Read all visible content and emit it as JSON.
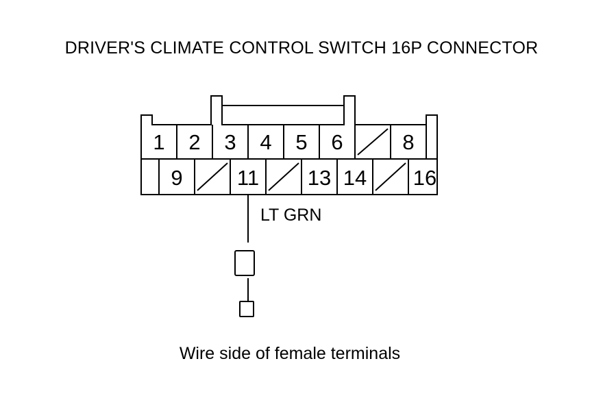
{
  "title": "DRIVER'S CLIMATE CONTROL SWITCH 16P CONNECTOR",
  "caption": "Wire side of female terminals",
  "wire": {
    "label": "LT GRN",
    "terminal": "11"
  },
  "connector": {
    "pins": 16,
    "top_row": [
      {
        "pin": "1",
        "label": "1"
      },
      {
        "pin": "2",
        "label": "2"
      },
      {
        "pin": "3",
        "label": "3"
      },
      {
        "pin": "4",
        "label": "4"
      },
      {
        "pin": "5",
        "label": "5"
      },
      {
        "pin": "6",
        "label": "6"
      },
      {
        "pin": "7",
        "label": "",
        "empty": true
      },
      {
        "pin": "8",
        "label": "8"
      }
    ],
    "bottom_row": [
      {
        "pin": "9",
        "label": "9"
      },
      {
        "pin": "10",
        "label": "",
        "empty": true
      },
      {
        "pin": "11",
        "label": "11"
      },
      {
        "pin": "12",
        "label": "",
        "empty": true
      },
      {
        "pin": "13",
        "label": "13"
      },
      {
        "pin": "14",
        "label": "14"
      },
      {
        "pin": "15",
        "label": "",
        "empty": true
      },
      {
        "pin": "16",
        "label": "16"
      }
    ]
  },
  "colors": {
    "line": "#000000",
    "background": "#ffffff"
  }
}
